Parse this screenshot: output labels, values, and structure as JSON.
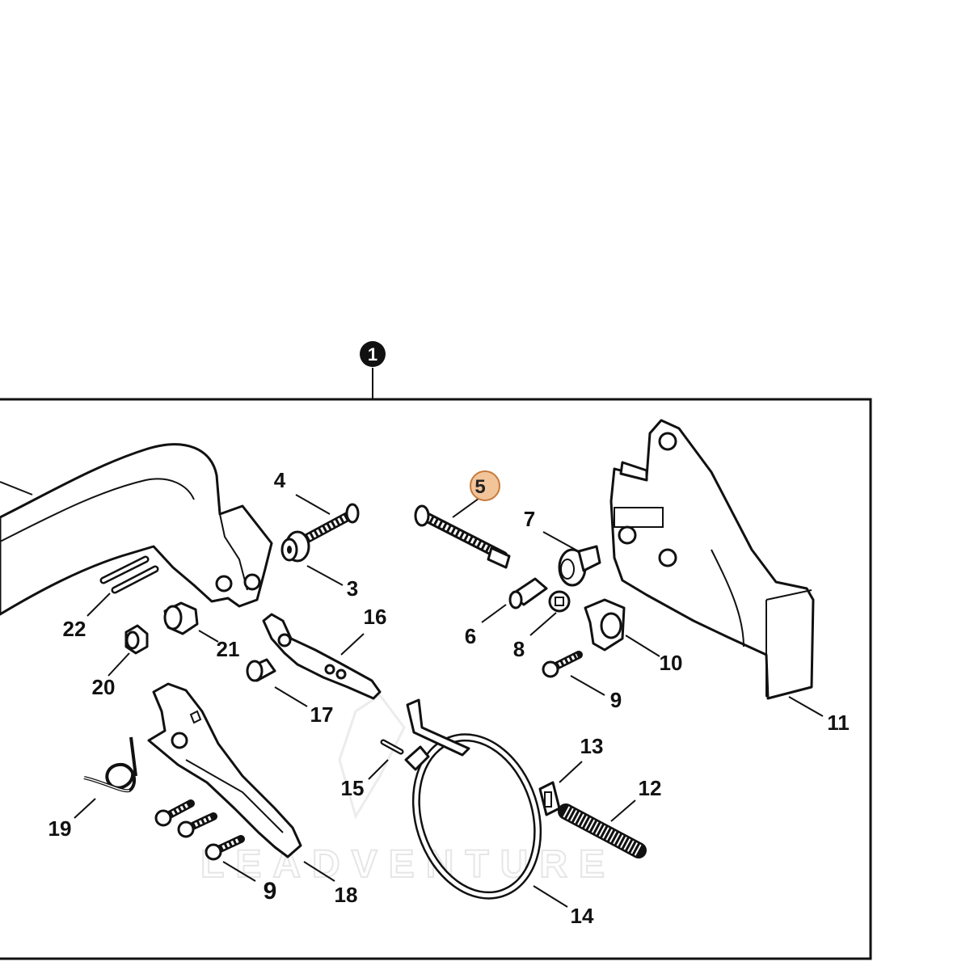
{
  "assembly_badge": {
    "label": "1",
    "fill": "#111111"
  },
  "highlight": {
    "label": "5",
    "fill": "#f2c49a",
    "stroke": "#c77a3c"
  },
  "callouts": [
    {
      "id": "4",
      "label": "4"
    },
    {
      "id": "3",
      "label": "3"
    },
    {
      "id": "7",
      "label": "7"
    },
    {
      "id": "6",
      "label": "6"
    },
    {
      "id": "8",
      "label": "8"
    },
    {
      "id": "10",
      "label": "10"
    },
    {
      "id": "9a",
      "label": "9"
    },
    {
      "id": "11",
      "label": "11"
    },
    {
      "id": "16",
      "label": "16"
    },
    {
      "id": "22",
      "label": "22"
    },
    {
      "id": "21",
      "label": "21"
    },
    {
      "id": "20",
      "label": "20"
    },
    {
      "id": "17",
      "label": "17"
    },
    {
      "id": "13",
      "label": "13"
    },
    {
      "id": "12",
      "label": "12"
    },
    {
      "id": "15",
      "label": "15"
    },
    {
      "id": "19",
      "label": "19"
    },
    {
      "id": "9b",
      "label": "9"
    },
    {
      "id": "18",
      "label": "18"
    },
    {
      "id": "14",
      "label": "14"
    }
  ],
  "watermark": {
    "text": "LEADVENTURE",
    "color": "#e6e6e6"
  },
  "frame_color": "#111111"
}
